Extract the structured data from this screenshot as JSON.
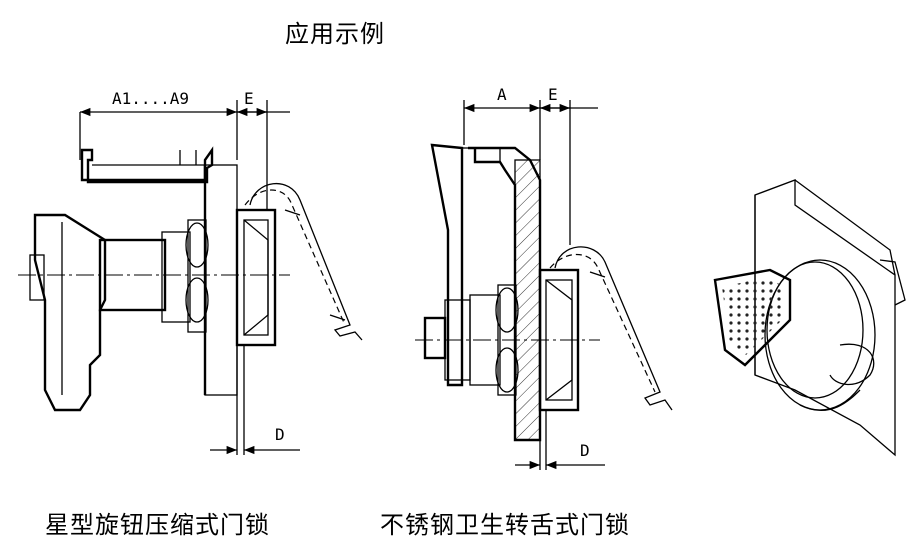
{
  "title": "应用示例",
  "figures": [
    {
      "caption": "星型旋钮压缩式门锁",
      "dims": {
        "grip_range": "A1....A9",
        "e": "E",
        "d": "D"
      }
    },
    {
      "caption": "不锈钢卫生转舌式门锁",
      "dims": {
        "thickness": "A",
        "e": "E",
        "d": "D"
      }
    }
  ]
}
